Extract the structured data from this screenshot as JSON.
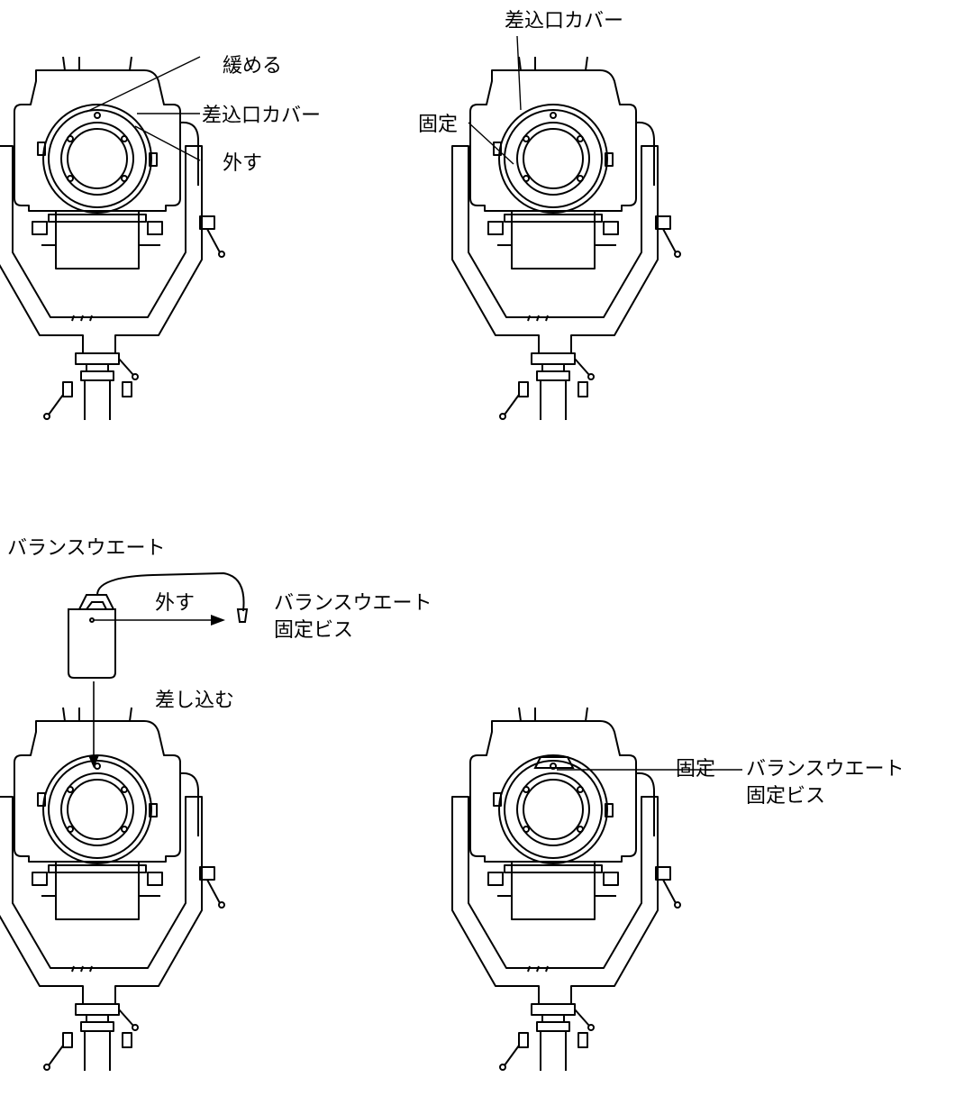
{
  "panel_top_left": {
    "label_loosen": "緩める",
    "label_cover": "差込口カバー",
    "label_remove": "外す"
  },
  "panel_top_right": {
    "label_cover": "差込口カバー",
    "label_fix": "固定"
  },
  "panel_bottom_left": {
    "label_balance_weight": "バランスウエート",
    "label_remove": "外す",
    "label_screw_line1": "バランスウエート",
    "label_screw_line2": "固定ビス",
    "label_insert": "差し込む"
  },
  "panel_bottom_right": {
    "label_fix": "固定",
    "label_screw_line1": "バランスウエート",
    "label_screw_line2": "固定ビス"
  }
}
